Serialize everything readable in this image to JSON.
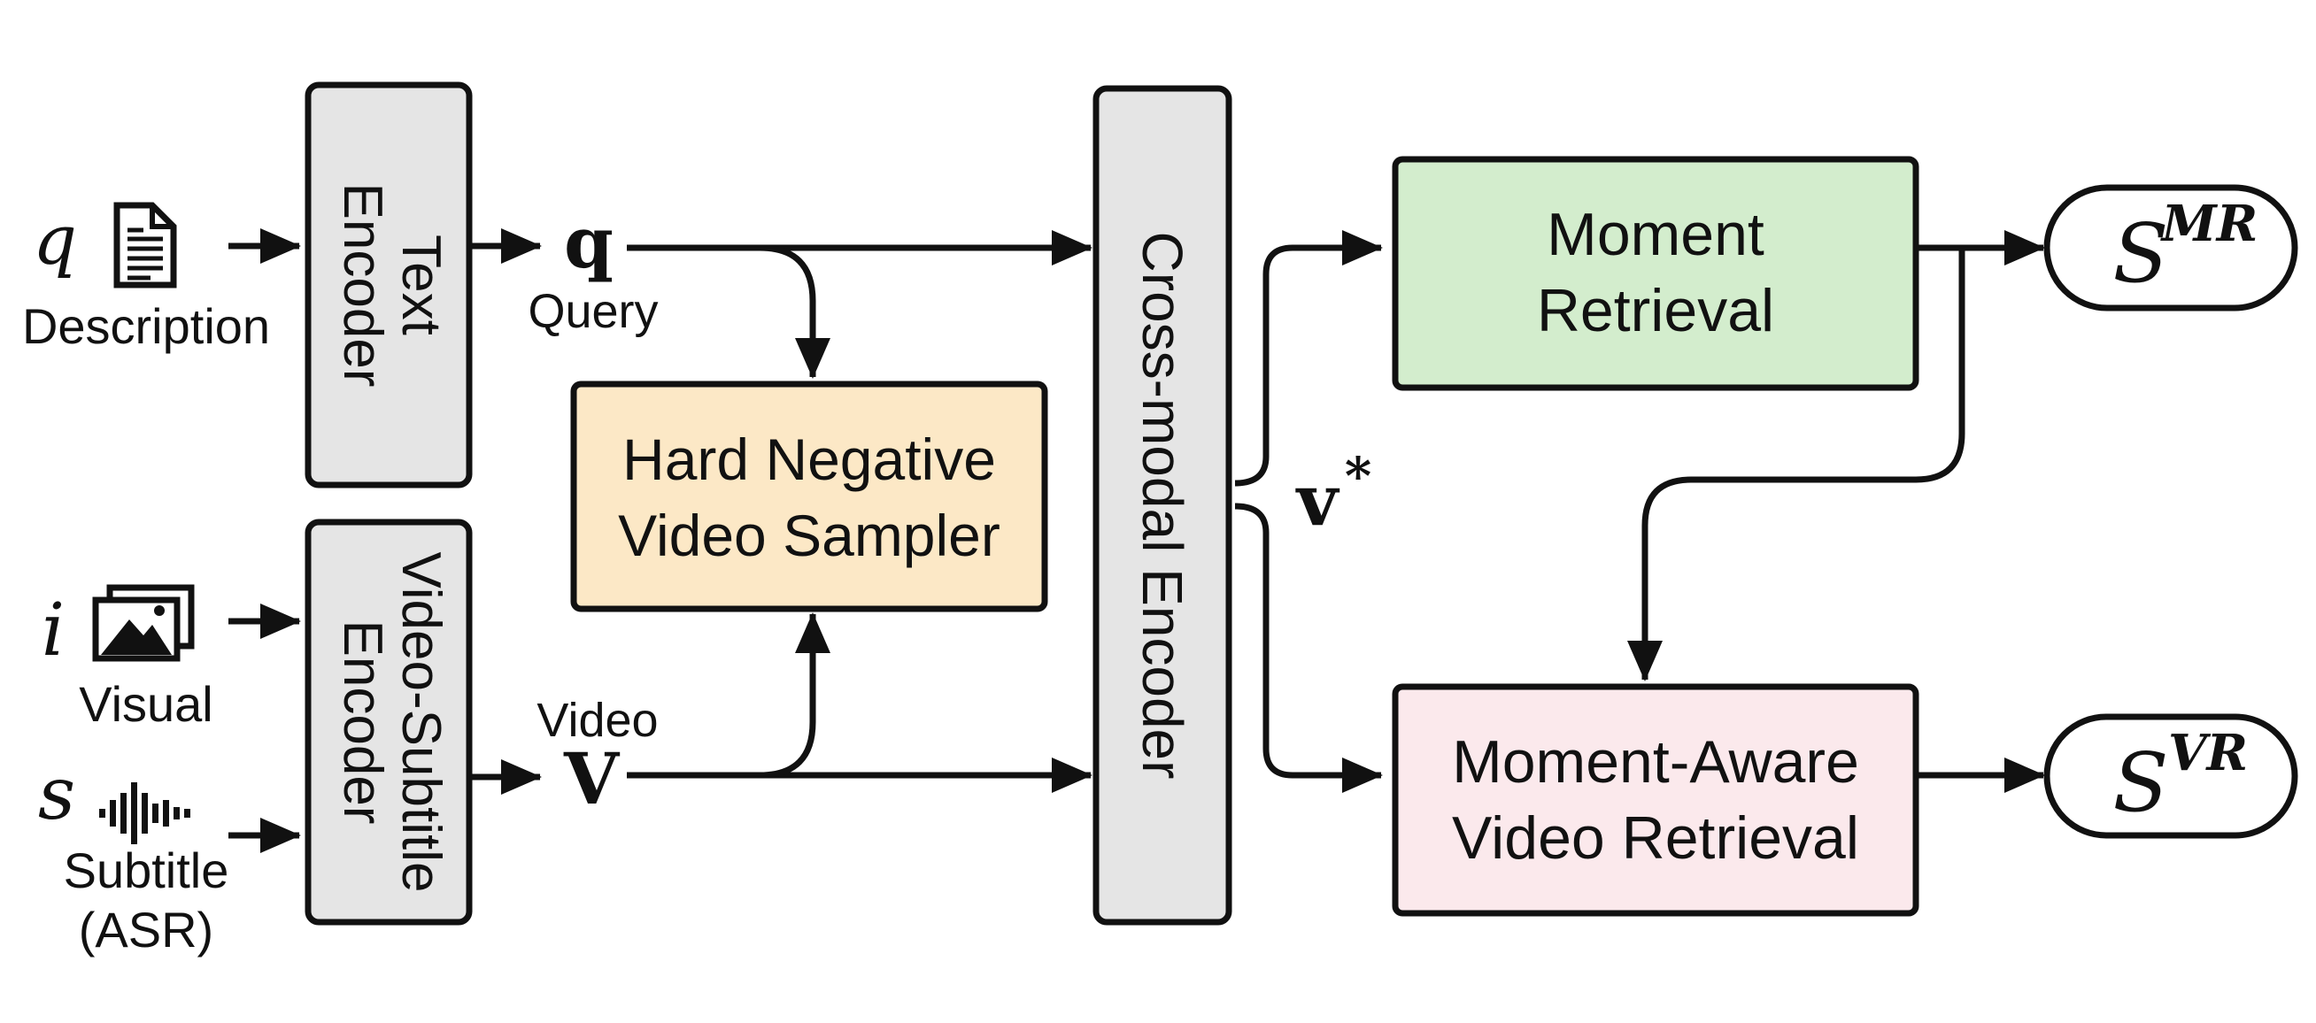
{
  "inputs": {
    "description": {
      "symbol": "q",
      "label": "Description",
      "icon": "document-icon"
    },
    "visual": {
      "symbol": "i",
      "label": "Visual",
      "icon": "image-stack-icon"
    },
    "subtitle": {
      "symbol": "s",
      "label_line1": "Subtitle",
      "label_line2": "(ASR)",
      "icon": "audio-waveform-icon"
    }
  },
  "blocks": {
    "text_encoder": {
      "line1": "Text",
      "line2": "Encoder",
      "fill": "#e5e5e5"
    },
    "video_subtitle_encoder": {
      "line1": "Video-Subtitle",
      "line2": "Encoder",
      "fill": "#e5e5e5"
    },
    "hard_negative_sampler": {
      "line1": "Hard Negative",
      "line2": "Video Sampler",
      "fill": "#fce8c6"
    },
    "cross_modal_encoder": {
      "label": "Cross-modal Encoder",
      "fill": "#e5e5e5"
    },
    "moment_retrieval": {
      "line1": "Moment",
      "line2": "Retrieval",
      "fill": "#d3edcd"
    },
    "moment_aware_video_retrieval": {
      "line1": "Moment-Aware",
      "line2": "Video Retrieval",
      "fill": "#fbe9ec"
    }
  },
  "signals": {
    "query": {
      "symbol": "q",
      "label": "Query"
    },
    "video": {
      "symbol": "V",
      "label": "Video"
    },
    "fused": {
      "symbol": "v",
      "superscript": "*"
    }
  },
  "outputs": {
    "moment_score": {
      "symbol": "S",
      "superscript": "MR"
    },
    "video_score": {
      "symbol": "S",
      "superscript": "VR"
    }
  }
}
